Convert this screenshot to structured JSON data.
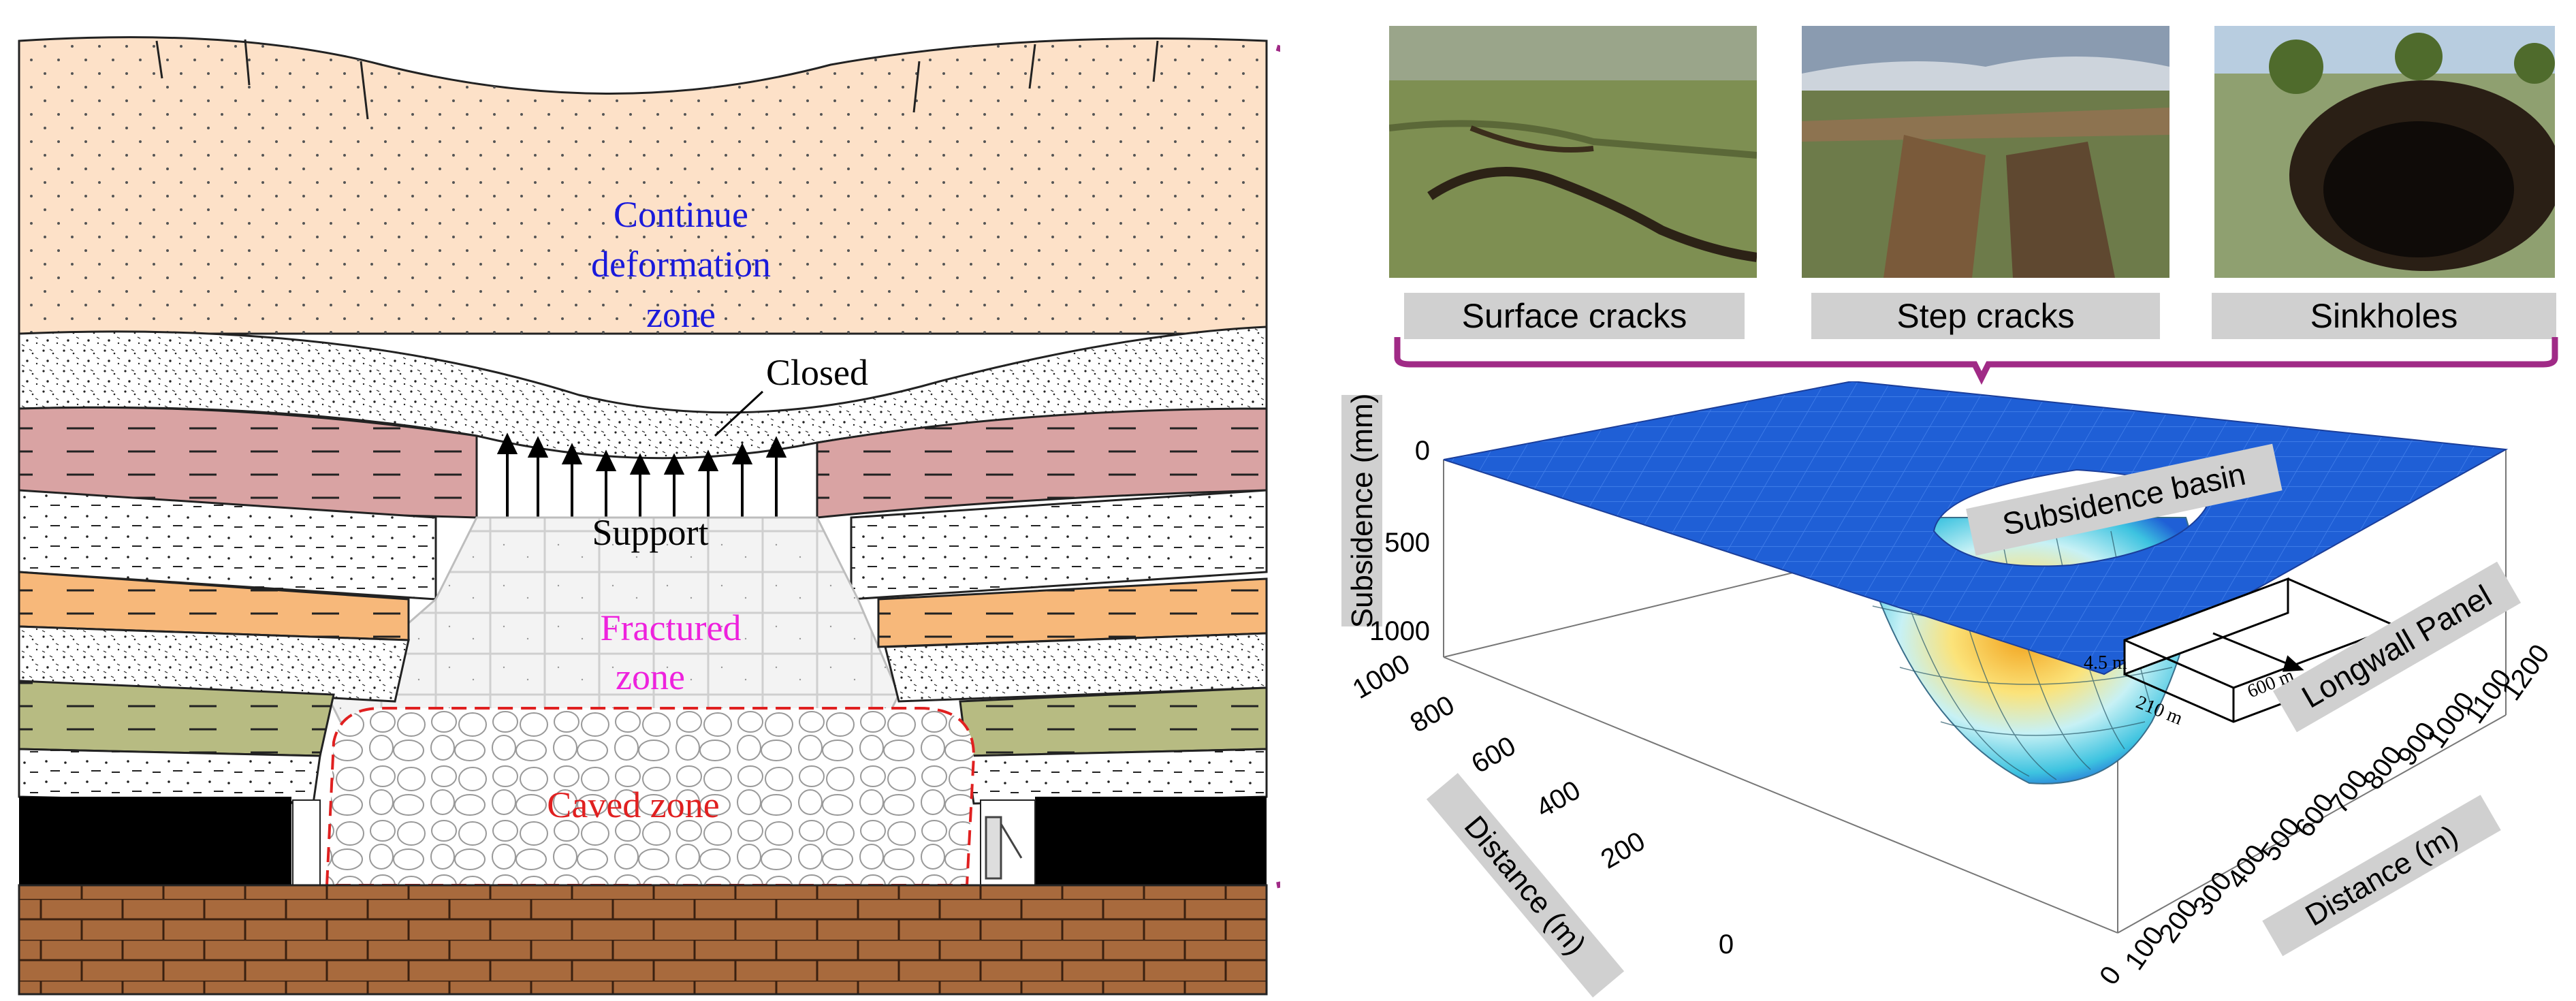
{
  "left_diagram": {
    "zones": {
      "continue_line1": "Continue",
      "continue_line2": "deformation",
      "continue_line3": "zone",
      "closed": "Closed",
      "support": "Support",
      "fractured_line1": "Fractured",
      "fractured_line2": "zone",
      "caved": "Caved zone"
    },
    "colors": {
      "continue_zone": "#fde1c8",
      "continue_text": "#1a1adb",
      "fractured_text": "#ee22dd",
      "caved_text": "#e02020",
      "pink_layer": "#d9a3a3",
      "orange_layer": "#f7b87a",
      "olive_layer": "#b7bb82",
      "brick_floor": "#a86a3d",
      "bracket": "#a02a86"
    }
  },
  "photos": {
    "surface_cracks": "Surface cracks",
    "step_cracks": "Step cracks",
    "sinkholes": "Sinkholes"
  },
  "chart_3d": {
    "z_axis_label": "Subsidence (mm)",
    "z_ticks": [
      "0",
      "500",
      "1000"
    ],
    "y_axis_label": "Distance (m)",
    "y_ticks": [
      "0",
      "200",
      "400",
      "600",
      "800",
      "1000"
    ],
    "x_axis_label": "Distance (m)",
    "x_ticks": [
      "0",
      "100",
      "200",
      "300",
      "400",
      "500",
      "600",
      "700",
      "800",
      "900",
      "1000",
      "1100",
      "1200"
    ],
    "basin_label": "Subsidence basin",
    "panel_label": "Longwall Panel",
    "panel_height": "4.5 m",
    "panel_width": "210 m",
    "panel_length": "600 m",
    "surface_color": "#1f5fd6"
  }
}
